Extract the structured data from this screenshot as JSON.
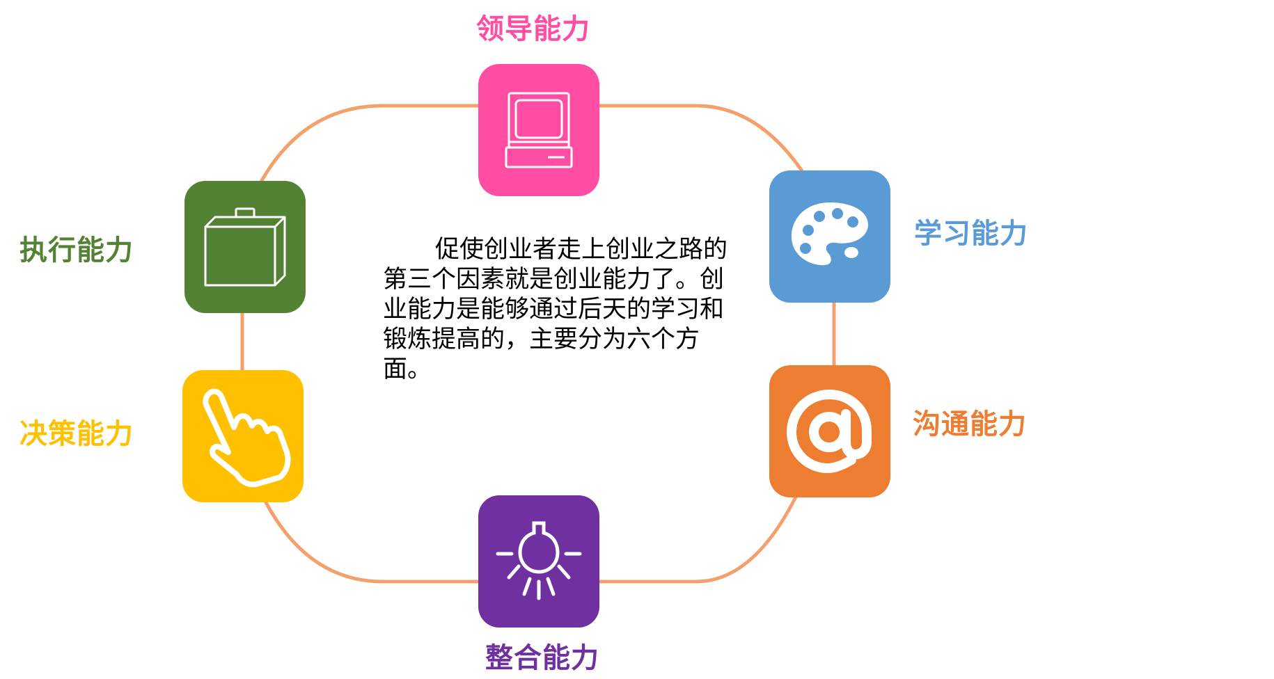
{
  "colors": {
    "ring": "#F4A06C",
    "leadership": "#FF4DA3",
    "learning": "#5B9BD5",
    "communication": "#ED7D31",
    "integration": "#7030A0",
    "decision": "#FFC000",
    "execution": "#548235",
    "icon_stroke": "#ffffff"
  },
  "center_text": "促使创业者走上创业之路的第三个因素就是创业能力了。创业能力是能够通过后天的学习和锻炼提高的，主要分为六个方面。",
  "nodes": [
    {
      "id": "leadership",
      "label": "领导能力",
      "icon": "computer-icon"
    },
    {
      "id": "learning",
      "label": "学习能力",
      "icon": "palette-icon"
    },
    {
      "id": "communication",
      "label": "沟通能力",
      "icon": "at-sign-icon"
    },
    {
      "id": "integration",
      "label": "整合能力",
      "icon": "lightbulb-icon"
    },
    {
      "id": "decision",
      "label": "决策能力",
      "icon": "pointing-hand-icon"
    },
    {
      "id": "execution",
      "label": "执行能力",
      "icon": "briefcase-icon"
    }
  ]
}
